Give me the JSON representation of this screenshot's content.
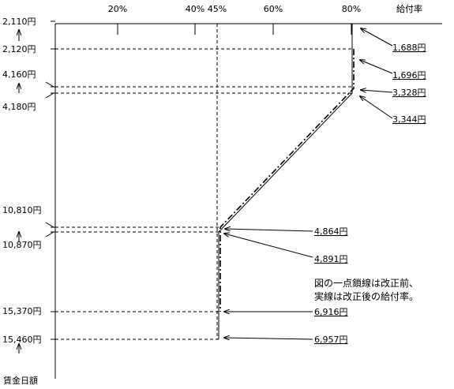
{
  "chart_data": {
    "type": "line",
    "x_axis_title": "給付率",
    "y_axis_title": "賃金日額",
    "x_ticks": [
      "20%",
      "40%",
      "45%",
      "60%",
      "80%"
    ],
    "y_ticks": [
      "2,110円",
      "2,120円",
      "4,160円",
      "4,180円",
      "10,810円",
      "10,870円",
      "15,370円",
      "15,460円"
    ],
    "series": [
      {
        "name": "改正前",
        "style": "dash-dot",
        "points": [
          {
            "wage": 2120,
            "rate": 80
          },
          {
            "wage": 4160,
            "rate": 80
          },
          {
            "wage": 10810,
            "rate": 45
          },
          {
            "wage": 15370,
            "rate": 45
          }
        ]
      },
      {
        "name": "改正後",
        "style": "solid",
        "points": [
          {
            "wage": 2110,
            "rate": 80
          },
          {
            "wage": 4180,
            "rate": 80
          },
          {
            "wage": 10870,
            "rate": 45
          },
          {
            "wage": 15460,
            "rate": 45
          }
        ]
      }
    ],
    "annotations": [
      "1,688円",
      "1,696円",
      "3,328円",
      "3,344円",
      "4,864円",
      "4,891円",
      "6,916円",
      "6,957円"
    ],
    "note": [
      "図の一点鎖線は改正前、",
      "実線は改正後の給付率。"
    ]
  }
}
